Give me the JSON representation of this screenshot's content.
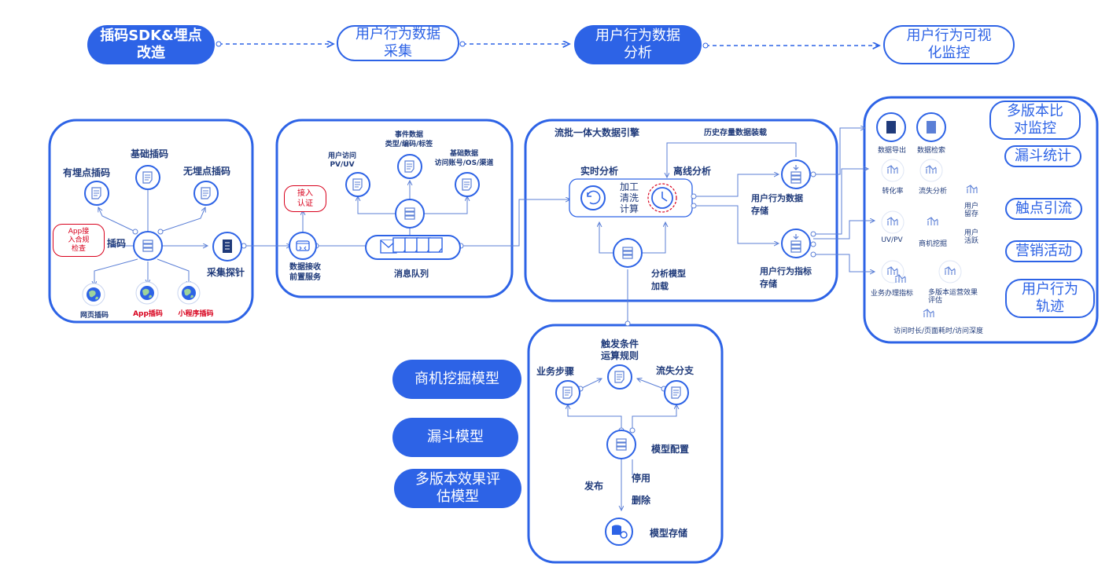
{
  "stages": {
    "s1": "插码SDK&埋点\n改造",
    "s2": "用户行为数据\n采集",
    "s3": "用户行为数据\n分析",
    "s4": "用户行为可视\n化监控"
  },
  "panel1": {
    "track_label": "插码",
    "base": "基础插码",
    "has_point": "有埋点插码",
    "no_point": "无埋点插码",
    "compliance": "App接\n入合规\n检查",
    "probe": "采集探针",
    "web": "网页插码",
    "app": "App插码",
    "mini": "小程序插码"
  },
  "panel2": {
    "access_auth": "接入\n认证",
    "user_visit": "用户访问\nPV/UV",
    "event_data": "事件数据\n类型/编码/标签",
    "base_data": "基础数据\n访问账号/OS/渠道",
    "front_service": "数据接收\n前置服务",
    "mq": "消息队列"
  },
  "panel3": {
    "title": "流批一体大数据引擎",
    "history": "历史存量数据装载",
    "realtime": "实时分析",
    "offline": "离线分析",
    "process": "加工\n清洗\n计算",
    "behavior_storage": "用户行为数据\n存储",
    "indicator_storage": "用户行为指标\n存储",
    "model_load": "分析模型\n加载"
  },
  "panel4": {
    "trigger": "触发条件\n运算规则",
    "steps": "业务步骤",
    "churn": "流失分支",
    "config": "模型配置",
    "publish": "发布",
    "stop": "停用",
    "delete": "删除",
    "storage": "模型存储"
  },
  "panel5": {
    "export": "数据导出",
    "search": "数据检索",
    "conversion": "转化率",
    "churn_analysis": "流失分析",
    "retention": "用户\n留存",
    "uvpv": "UV/PV",
    "opportunity": "商机挖掘",
    "active": "用户\n活跃",
    "biz_metric": "业务办理指标",
    "multi_eval": "多版本运营效果\n评估",
    "visit_depth": "访问时长/页面耗时/访问深度",
    "tag_multi": "多版本比\n对监控",
    "tag_funnel": "漏斗统计",
    "tag_touch": "触点引流",
    "tag_marketing": "营销活动",
    "tag_track": "用户行为\n轨迹"
  },
  "models": {
    "m1": "商机挖掘模型",
    "m2": "漏斗模型",
    "m3": "多版本效果评\n估模型"
  },
  "colors": {
    "primary": "#2d63e6",
    "dark": "#1f3a7a",
    "red": "#d8001c",
    "icon": "#5b7fd6"
  }
}
